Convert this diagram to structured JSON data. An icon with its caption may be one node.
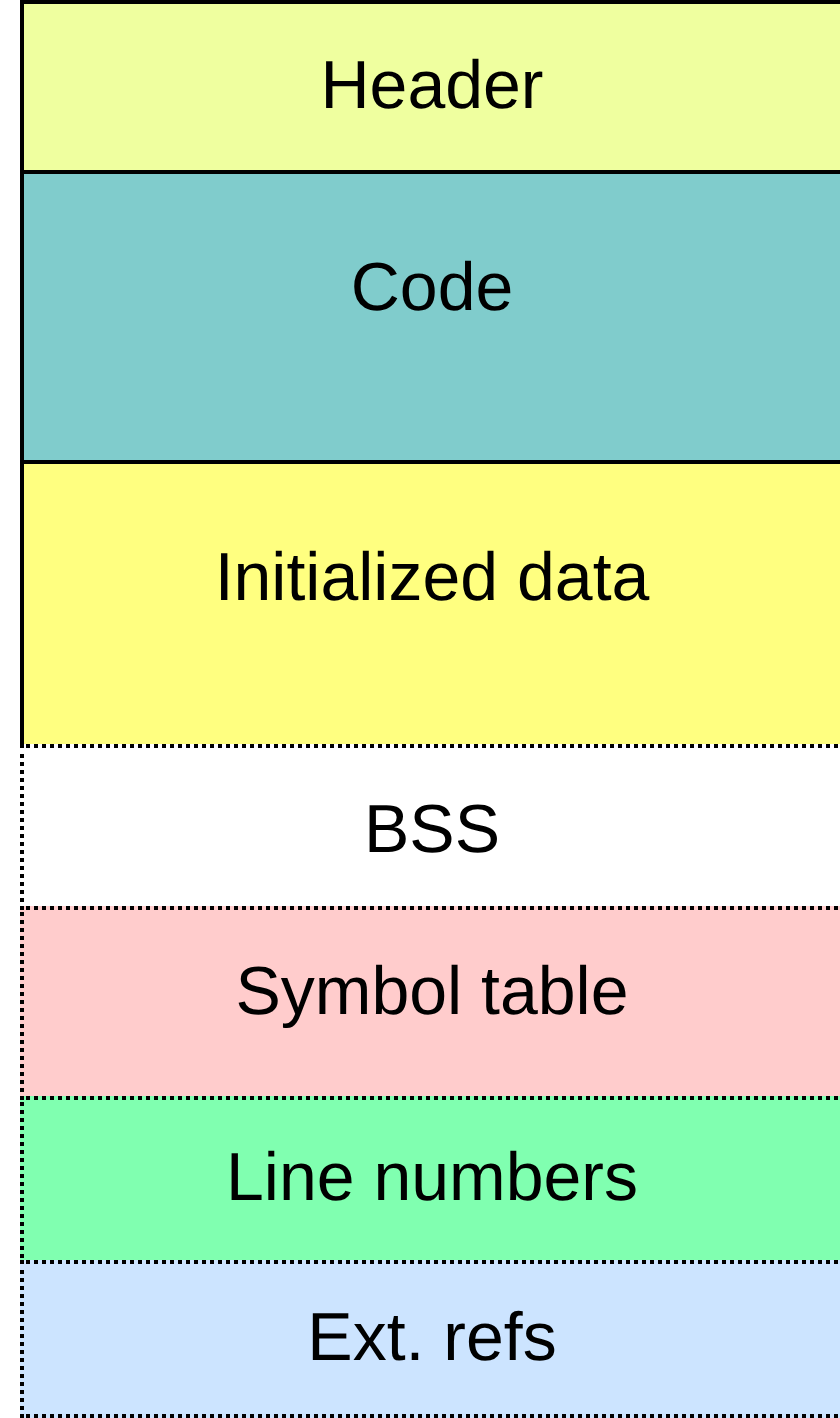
{
  "diagram": {
    "nodes": [
      {
        "text": [
          "Header"
        ]
      },
      {
        "text": [
          "Code"
        ]
      },
      {
        "text": [
          "Initialized data"
        ]
      },
      {
        "text": [
          "BSS"
        ]
      },
      {
        "text": [
          "Symbol table"
        ]
      },
      {
        "text": [
          "Line numbers"
        ]
      },
      {
        "text": [
          "Ext. refs"
        ]
      }
    ]
  }
}
